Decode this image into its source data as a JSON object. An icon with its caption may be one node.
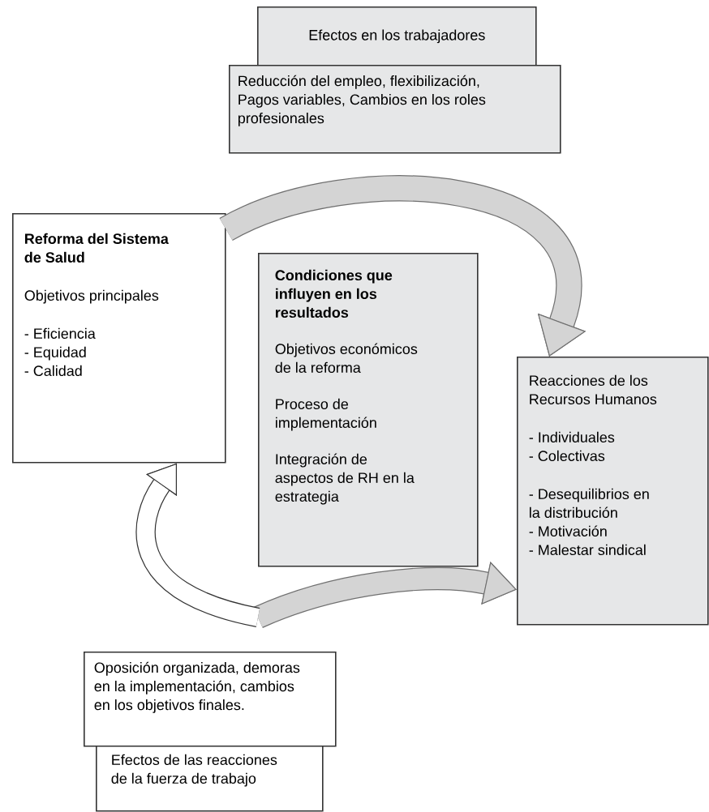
{
  "diagram": {
    "nodes": [
      {
        "text": [
          "Efectos en los trabajadores"
        ]
      },
      {
        "text": [
          "Reducción del empleo, flexibilización, Pagos variables, Cambios en los roles profesionales"
        ]
      },
      {
        "text": [
          "Reforma del Sistema de Salud",
          "Objetivos principales",
          "- Eficiencia",
          "- Equidad",
          "- Calidad"
        ]
      },
      {
        "text": [
          "Condiciones que influyen en los resultados",
          "Objetivos económicos de la reforma",
          "Proceso de implementación",
          "Integración de aspectos de RH en la estrategia"
        ]
      },
      {
        "text": [
          "Reacciones de los Recursos Humanos",
          "- Individuales",
          "- Colectivas",
          "- Desequilibrios en la distribución",
          "- Motivación",
          "- Malestar sindical"
        ]
      },
      {
        "text": [
          "Oposición organizada, demoras en la implementación, cambios en los objetivos finales."
        ]
      },
      {
        "text": [
          "Efectos de las reacciones de la fuerza de trabajo"
        ]
      }
    ],
    "edges": [
      {
        "from": 2,
        "to": 4,
        "arrow": "to"
      },
      {
        "from": null,
        "to": 4,
        "arrow": "to"
      },
      {
        "from": null,
        "to": 2,
        "arrow": "to"
      }
    ]
  }
}
